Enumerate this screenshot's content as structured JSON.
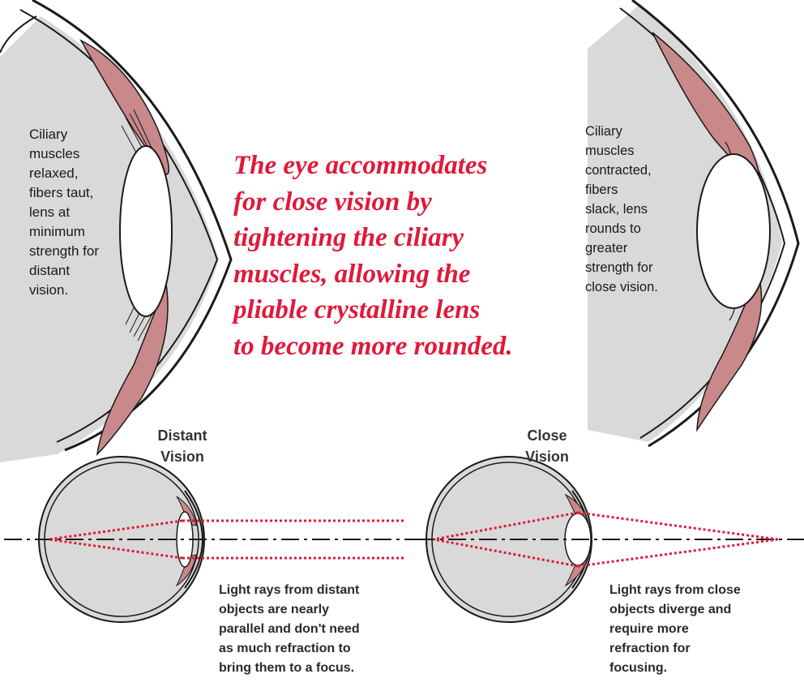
{
  "top_left_label": "Ciliary\nmuscles\nrelaxed,\nfibers taut,\nlens at\nminimum\nstrength for\ndistant\nvision.",
  "top_right_label": "Ciliary\nmuscles\ncontracted,\nfibers\nslack, lens\nrounds to\ngreater\nstrength for\nclose vision.",
  "center_text": "The eye accommodates\n for close vision by\ntightening the ciliary\nmuscles, allowing the\npliable crystalline lens\nto become more rounded.",
  "distant_heading": "Distant\nVision",
  "close_heading": "Close\nVision",
  "distant_note": "Light rays from distant\nobjects are nearly\nparallel and don't need\nas much refraction to\nbring them to a focus.",
  "close_note": "Light rays from close\nobjects diverge and\nrequire more\nrefraction for\nfocusing.",
  "colors": {
    "eye_fill": "#d9d9d9",
    "muscle": "#c9888a",
    "text_red": "#e0193a",
    "ray": "#e0193a",
    "outline": "#1a1a1a"
  }
}
